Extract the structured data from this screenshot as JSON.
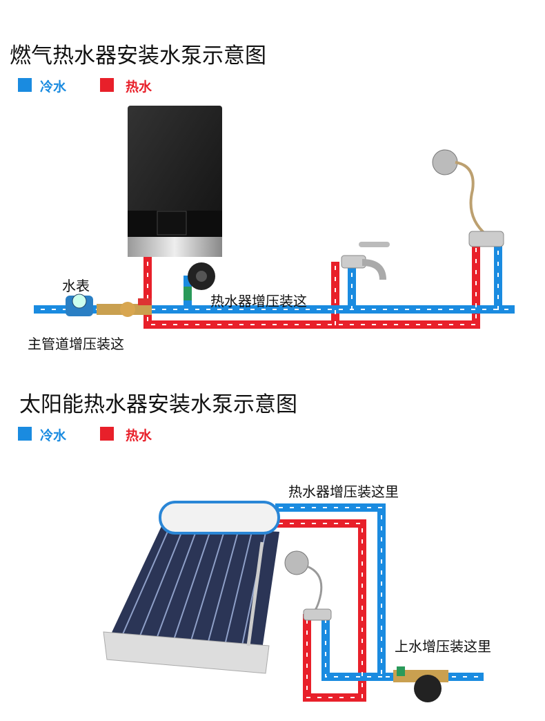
{
  "gas": {
    "title": "燃气热水器安装水泵示意图",
    "legend": {
      "cold": "冷水",
      "hot": "热水"
    },
    "labels": {
      "meter": "水表",
      "main_pump": "主管道增压装这",
      "heater_pump": "热水器增压装这"
    }
  },
  "solar": {
    "title": "太阳能热水器安装水泵示意图",
    "legend": {
      "cold": "冷水",
      "hot": "热水"
    },
    "labels": {
      "heater_pump": "热水器增压装这里",
      "inlet_pump": "上水增压装这里"
    }
  },
  "colors": {
    "cold": "#1a8be0",
    "hot": "#e8202a"
  }
}
